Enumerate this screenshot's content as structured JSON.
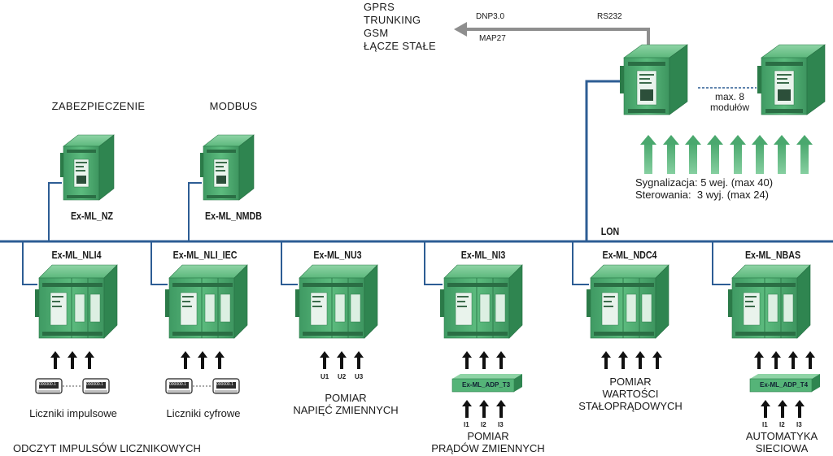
{
  "comm": {
    "lines": [
      "GPRS",
      "TRUNKING",
      "GSM",
      "ŁĄCZE STAŁE"
    ],
    "proto_top": "DNP3.0",
    "proto_bottom": "MAP27",
    "interface": "RS232"
  },
  "bus_label": "LON",
  "upper_modules": [
    {
      "name": "Ex-ML_NZ",
      "title": "ZABEZPIECZENIE"
    },
    {
      "name": "Ex-ML_NMDB",
      "title": "MODBUS"
    }
  ],
  "expansion": {
    "count_text": "max. 8",
    "unit_text": "modułów",
    "signal_line": "Sygnalizacja: 5 wej. (max 40)",
    "control_line": "Sterowania:  3 wyj. (max 24)"
  },
  "lower_modules": [
    {
      "name": "Ex-ML_NLI4",
      "meter_label": "Liczniki impulsowe",
      "meter_value": "000000.1"
    },
    {
      "name": "Ex-ML_NLI_IEC",
      "meter_label": "Liczniki cyfrowe",
      "meter_value": "000000.1"
    },
    {
      "name": "Ex-ML_NU3",
      "inputs": [
        "U1",
        "U2",
        "U3"
      ],
      "caption": [
        "POMIAR",
        "NAPIĘĆ ZMIENNYCH"
      ]
    },
    {
      "name": "Ex-ML_NI3",
      "adapter": "Ex-ML_ADP_T3",
      "inputs": [
        "I1",
        "I2",
        "I3"
      ],
      "caption": [
        "POMIAR",
        "PRĄDÓW ZMIENNYCH"
      ]
    },
    {
      "name": "Ex-ML_NDC4",
      "caption": [
        "POMIAR",
        "WARTOŚCI",
        "STAŁOPRĄDOWYCH"
      ]
    },
    {
      "name": "Ex-ML_NBAS",
      "adapter": "Ex-ML_ADP_T4",
      "inputs": [
        "I1",
        "I2",
        "I3"
      ],
      "caption": [
        "AUTOMATYKA",
        "SIECIOWA"
      ]
    }
  ],
  "bottom_caption": "ODCZYT IMPULSÓW LICZNIKOWYCH",
  "colors": {
    "bus": "#2d5d94",
    "module": "#4fae72",
    "arrow_green": "#55b478",
    "arrow_gray": "#8e8e8e"
  }
}
